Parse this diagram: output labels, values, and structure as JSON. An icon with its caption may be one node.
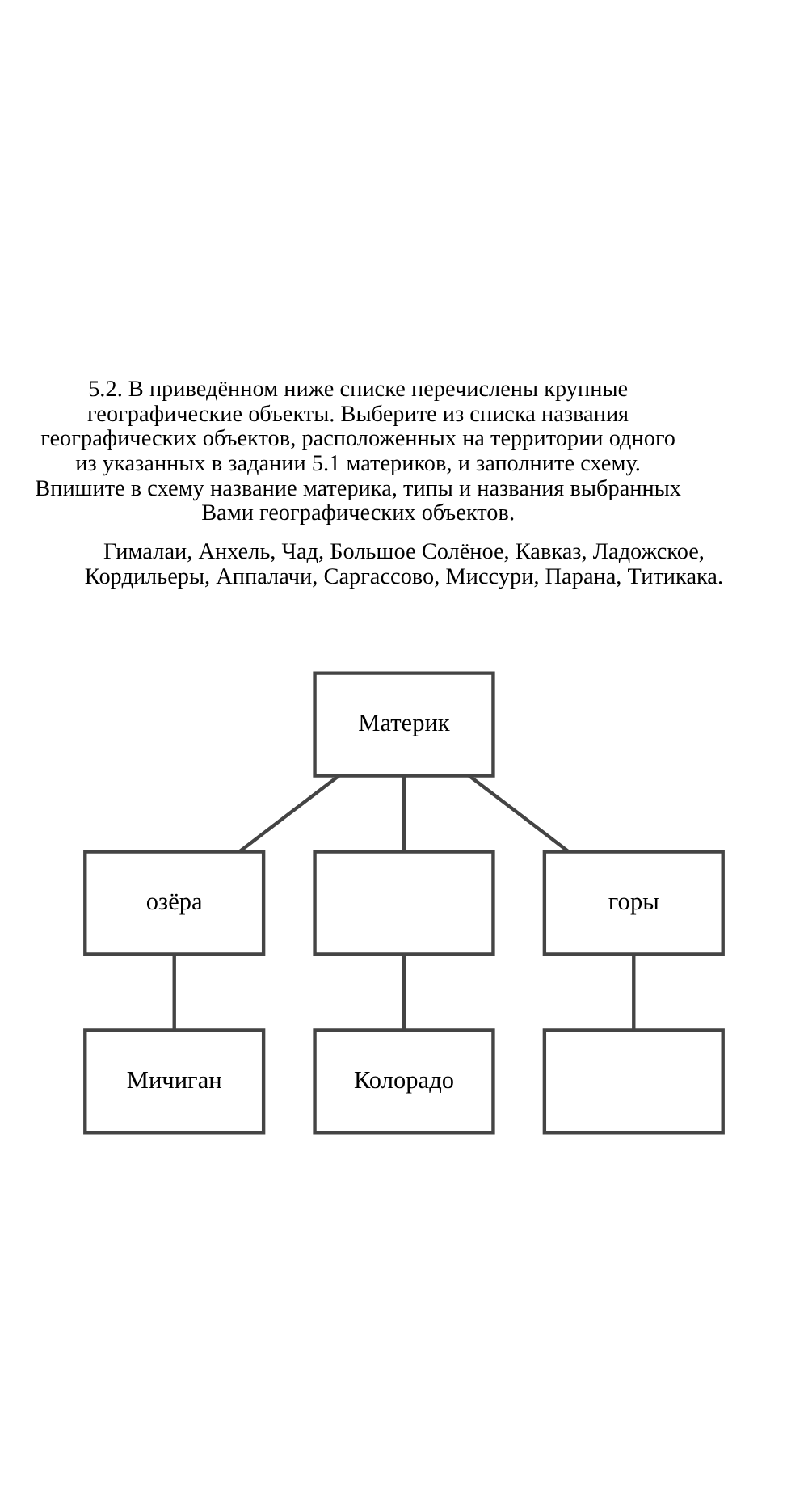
{
  "diagram": {
    "title": "5.2. В приведённом ниже списке перечислены крупные географические объекты. Выберите из списка названия географических объектов, расположенных на территории одного из указанных в задании 5.1 материков, и заполните схему. Впишите в схему название материка, типы и названия выбранных Вами географических объектов.",
    "nodes": [
      {
        "text": [
          "Материк"
        ]
      },
      {
        "text": [
          "озёра"
        ]
      },
      {
        "text": [],
        "shape": "box"
      },
      {
        "text": [
          "горы"
        ]
      },
      {
        "text": [
          "Мичиган"
        ]
      },
      {
        "text": [
          "Колорадо"
        ]
      },
      {
        "text": [],
        "shape": "box"
      }
    ],
    "edges": [
      {
        "from": 0,
        "to": 1,
        "arrow": "none"
      },
      {
        "from": 0,
        "to": 2,
        "arrow": "none"
      },
      {
        "from": 0,
        "to": 3,
        "arrow": "none"
      },
      {
        "from": 1,
        "to": 4,
        "arrow": "none"
      },
      {
        "from": 2,
        "to": 5,
        "arrow": "none"
      },
      {
        "from": 3,
        "to": 6,
        "arrow": "none"
      }
    ],
    "labels": [
      "Гималаи, Анхель, Чад, Большое Солёное, Кавказ, Ладожское, Кордильеры, Аппалачи, Саргассово, Миссури, Парана, Титикака."
    ]
  }
}
